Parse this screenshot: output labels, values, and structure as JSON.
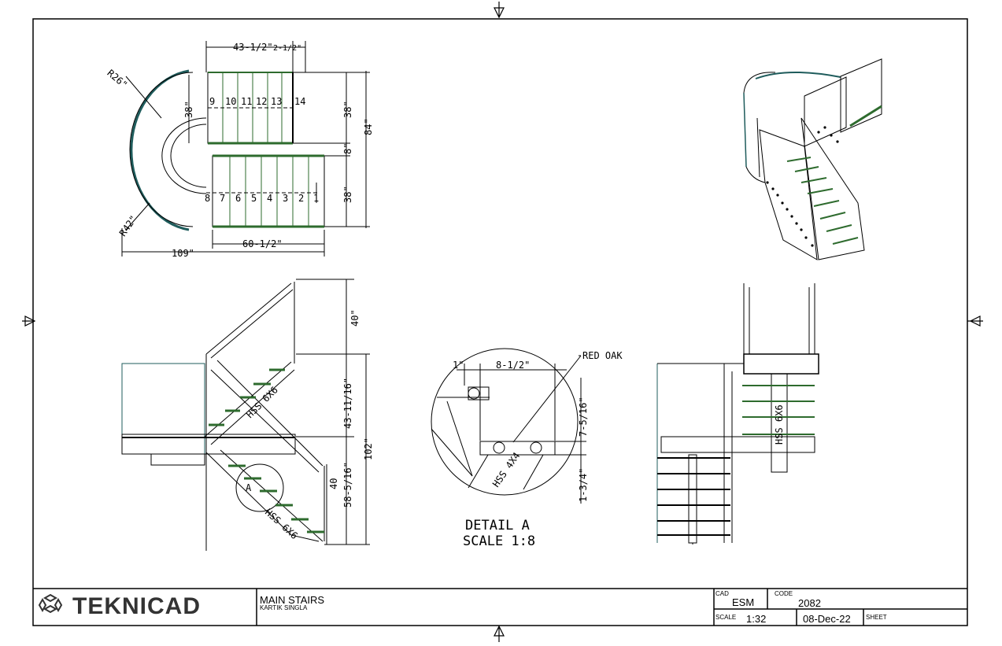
{
  "drawing": {
    "plan": {
      "dims": {
        "top_width": "43-1/2\"",
        "top_gap": "2-1/2\"",
        "radius_inner": "R26\"",
        "radius_outer": "R42\"",
        "left_depth": "38\"",
        "right_upper": "38\"",
        "right_mid": "8\"",
        "right_lower": "38\"",
        "overall_height": "84\"",
        "bottom_width": "60-1/2\"",
        "overall_width": "109\""
      },
      "upper_treads": [
        "9",
        "10",
        "11",
        "12",
        "13",
        "14"
      ],
      "lower_treads": [
        "8",
        "7",
        "6",
        "5",
        "4",
        "3",
        "2",
        "1"
      ]
    },
    "elevation": {
      "dims": {
        "rail_height": "40\"",
        "upper_rise": "43-11/16\"",
        "total_rise": "102\"",
        "lower_rail": "40",
        "lower_rise": "58-5/16\""
      },
      "labels": {
        "upper_stringer": "HSS 6X6",
        "lower_stringer": "HSS 6X6",
        "detail_marker": "A"
      }
    },
    "detail": {
      "dims": {
        "offset": "1\"",
        "tread_width": "8-1/2\"",
        "tread_height": "7-5/16\"",
        "bottom": "1-3/4\""
      },
      "material_label": "RED OAK",
      "member_label": "HSS 4X4",
      "title": "DETAIL A",
      "scale": "SCALE 1:8"
    },
    "side": {
      "stringer_label": "HSS 6X6"
    }
  },
  "title_block": {
    "logo_text": "TEKNICAD",
    "title": "MAIN STAIRS",
    "author": "KARTIK SINGLA",
    "cad_label": "CAD",
    "cad_value": "ESM",
    "code_label": "CODE",
    "code_value": "2082",
    "scale_label": "SCALE",
    "scale_value": "1:32",
    "date_value": "08-Dec-22",
    "sheet_label": "SHEET"
  },
  "colors": {
    "line": "#000000",
    "tread_green": "#2e6b2e",
    "teal": "#1f5c5c"
  }
}
